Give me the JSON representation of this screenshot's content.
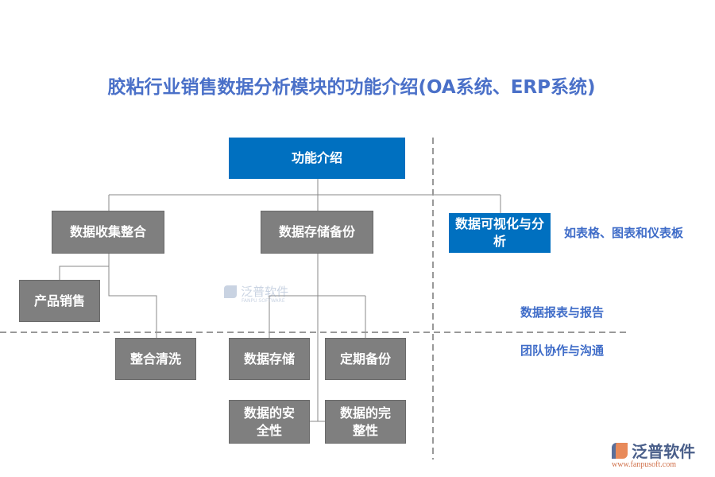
{
  "title": "胶粘行业销售数据分析模块的功能介绍(OA系统、ERP系统)",
  "root": "功能介绍",
  "nodes": {
    "collect": "数据收集整合",
    "storage": "数据存储备份",
    "visual": "数据可视化与分析",
    "product": "产品销售",
    "clean": "整合清洗",
    "store": "数据存储",
    "backup": "定期备份",
    "security": "数据的安全性",
    "integrity": "数据的完整性"
  },
  "notes": {
    "visual": "如表格、图表和仪表板",
    "report": "数据报表与报告",
    "team": "团队协作与沟通"
  },
  "watermark": {
    "name": "泛普软件",
    "sub": "FANPU SOFTWARE"
  },
  "logo": {
    "name": "泛普软件",
    "url": "www.fanpusoft.com"
  },
  "colors": {
    "blue": "#0070c0",
    "gray": "#7f7f7f",
    "text": "#4a70c8"
  }
}
